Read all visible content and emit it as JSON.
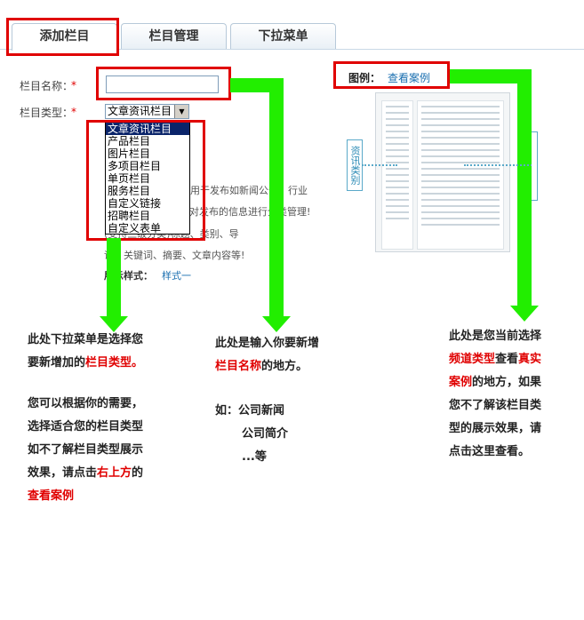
{
  "tabs": [
    {
      "label": "添加栏目",
      "active": true
    },
    {
      "label": "栏目管理",
      "active": false
    },
    {
      "label": "下拉菜单",
      "active": false
    }
  ],
  "form": {
    "name_label": "栏目名称：",
    "type_label": "栏目类型：",
    "required_mark": "*",
    "name_value": "",
    "type_selected": "文章资讯栏目",
    "type_options": [
      "文章资讯栏目",
      "产品栏目",
      "图片栏目",
      "多项目栏目",
      "单页栏目",
      "服务栏目",
      "自定义链接",
      "招聘栏目",
      "自定义表单"
    ],
    "desc_line1": "适用于发布如新闻公告、行业",
    "desc_line2": "对发布的信息进行分类管理!",
    "desc_line3": "(支持三级分类)标题、类别、导",
    "desc_line4": "语、关键词、摘要、文章内容等!",
    "style_label": "展示样式：",
    "style_value": "样式一"
  },
  "example": {
    "label": "图例：",
    "link": "查看案例",
    "side_label": "资讯类别"
  },
  "notes": {
    "left_p1_a": "此处下拉菜单是选择您",
    "left_p1_b": "要新增加的",
    "left_p1_red": "栏目类型。",
    "left_p2_a": "您可以根据你的需要，",
    "left_p2_b": "选择适合您的栏目类型",
    "left_p2_c": "如不了解栏目类型展示",
    "left_p2_d": "效果，请点击",
    "left_p2_red": "右上方",
    "left_p2_e": "的",
    "left_p2_red2": "查看案例",
    "mid_a": "此处是输入你要新增",
    "mid_red": "栏目名称",
    "mid_b": "的地方。",
    "mid_eg": "如：公司新闻",
    "mid_eg2": "公司简介",
    "mid_eg3": "...等",
    "right_a": "此处是您当前选择",
    "right_red1": "频道类型",
    "right_b": "查看",
    "right_red2": "真实",
    "right_red3": "案例",
    "right_c": "的地方，如果",
    "right_d": "您不了解该栏目类",
    "right_e": "型的展示效果，请",
    "right_f": "点击这里查看。"
  },
  "colors": {
    "accent_red": "#e00000",
    "arrow_green": "#22ee00",
    "link_blue": "#1a6fb0"
  }
}
